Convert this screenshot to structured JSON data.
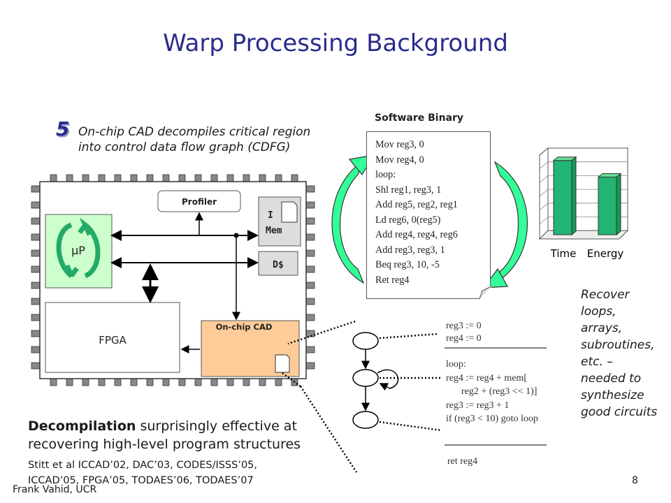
{
  "title": "Warp Processing Background",
  "step": {
    "number": "5",
    "text_line1": "On-chip CAD decompiles critical region",
    "text_line2": "into control data flow graph (CDFG)"
  },
  "chip": {
    "profiler_label": "Profiler",
    "imem_label_line1": "I",
    "imem_label_line2": "Mem",
    "dcache_label": "D$",
    "up_label": "µP",
    "fpga_label": "FPGA",
    "cad_label": "On-chip CAD"
  },
  "software_binary": {
    "label": "Software Binary",
    "lines": [
      "Mov reg3, 0",
      "Mov reg4, 0",
      "loop:",
      "Shl reg1, reg3, 1",
      "Add reg5, reg2, reg1",
      "Ld reg6, 0(reg5)",
      "Add reg4, reg4, reg6",
      "Add reg3, reg3, 1",
      "Beq reg3, 10, -5",
      "Ret reg4"
    ]
  },
  "bar_chart": {
    "categories": [
      "Time",
      "Energy"
    ],
    "values": [
      0.85,
      0.66
    ],
    "bar_color": "#22b573"
  },
  "cdfg": {
    "block1": [
      "reg3 := 0",
      "reg4 := 0"
    ],
    "block2": [
      "loop:",
      "reg4 := reg4 + mem[",
      "reg2 + (reg3 << 1)]",
      "reg3 := reg3 + 1",
      "if (reg3 < 10) goto loop"
    ],
    "block3": [
      "ret reg4"
    ]
  },
  "recover_lines": [
    "Recover",
    "loops,",
    "arrays,",
    "subroutines,",
    "etc. –",
    "needed to",
    "synthesize",
    "good circuits"
  ],
  "decompilation": {
    "bold": "Decompilation",
    "rest": " surprisingly effective at",
    "line2": "recovering high-level program structures"
  },
  "citations": {
    "line1": "Stitt et al ICCAD’02, DAC’03, CODES/ISSS’05,",
    "line2": "ICCAD’05, FPGA’05, TODAES’06, TODAES’07"
  },
  "author": "Frank Vahid, UCR",
  "page_number": "8",
  "colors": {
    "title": "#2b2b8c",
    "up_fill": "#ccffcc",
    "cad_fill": "#ffcc99",
    "arrow_fill": "#33ff99"
  }
}
